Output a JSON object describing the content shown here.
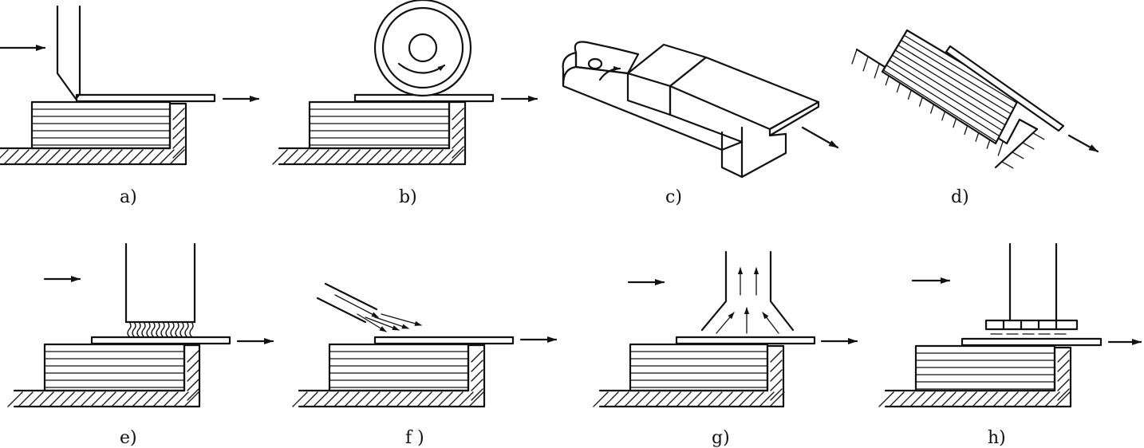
{
  "panels": [
    {
      "id": "a",
      "caption": "a)"
    },
    {
      "id": "b",
      "caption": "b)"
    },
    {
      "id": "c",
      "caption": "c)"
    },
    {
      "id": "d",
      "caption": "d)"
    },
    {
      "id": "e",
      "caption": "e)"
    },
    {
      "id": "f",
      "caption": "f )"
    },
    {
      "id": "g",
      "caption": "g)"
    },
    {
      "id": "h",
      "caption": "h)"
    }
  ],
  "colors": {
    "ink": "#111111",
    "background": "#ffffff"
  }
}
